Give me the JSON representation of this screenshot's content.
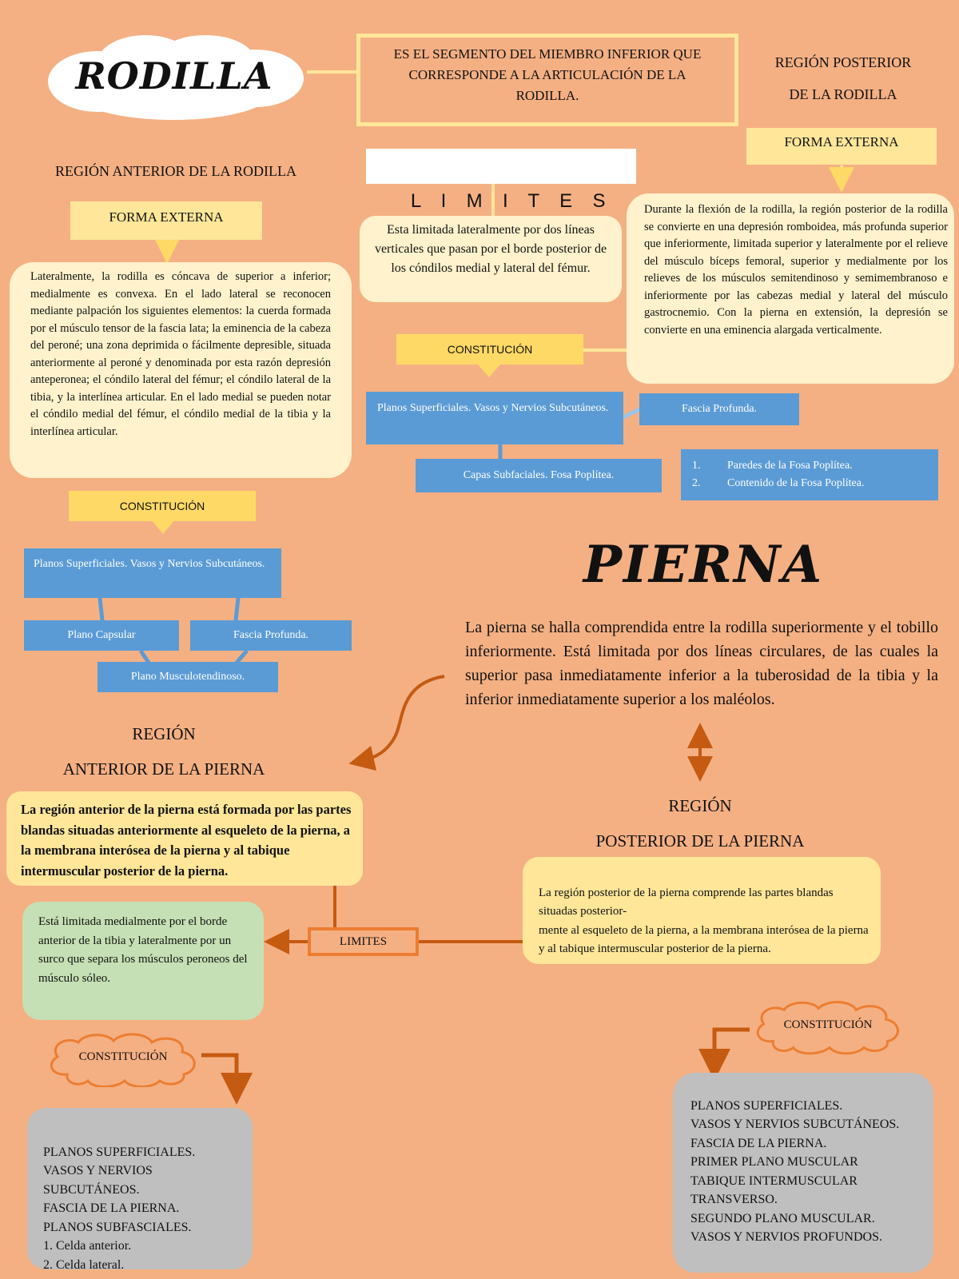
{
  "rodilla": {
    "title": "RODILLA",
    "definition": "ES EL SEGMENTO DEL MIEMBRO INFERIOR QUE CORRESPONDE A LA ARTICULACIÓN DE LA RODILLA.",
    "limites_title": "L  I  M  I  T  E  S",
    "limites_text": "Esta limitada lateralmente por dos líneas verticales que pasan por el borde posterior de los cóndilos medial y lateral del fémur.",
    "anterior": {
      "heading": "REGIÓN ANTERIOR DE LA RODILLA",
      "forma_label": "FORMA EXTERNA",
      "forma_text": "Lateralmente, la rodilla es cóncava de superior a inferior; medialmente es convexa. En el lado lateral se reconocen mediante palpación los siguientes elementos: la cuerda formada por el músculo tensor de la fascia lata; la eminencia de la cabeza del peroné; una zona deprimida o fácilmente depresible, situada anteriormente al peroné y denominada por esta razón depresión anteperonea; el cóndilo lateral del fémur; el cóndilo lateral de la tibia, y la interlínea articular. En el lado medial se pueden notar el cóndilo medial del fémur, el cóndilo medial de la tibia y la interlínea articular.",
      "constitucion_label": "CONSTITUCIÓN",
      "planos_superficiales": "Planos Superficiales. Vasos y Nervios Subcutáneos.",
      "plano_capsular": "Plano Capsular",
      "fascia_profunda": "Fascia Profunda.",
      "plano_musculotendinoso": "Plano Musculotendinoso."
    },
    "posterior": {
      "heading_line1": "REGIÓN POSTERIOR",
      "heading_line2": "DE LA RODILLA",
      "forma_label": "FORMA EXTERNA",
      "forma_text": "Durante la flexión de la rodilla, la región posterior de la rodilla se convierte en una depresión romboidea, más profunda superior que inferiormente, limitada superior y lateralmente por el relieve del músculo bíceps femoral, superior y medialmente por los relieves de los músculos semitendinoso y semimembranoso e inferiormente por las cabezas medial y lateral del músculo gastrocnemio. Con la pierna en extensión, la depresión se convierte en una eminencia alargada verticalmente.",
      "constitucion_label": "CONSTITUCIÓN",
      "planos_superficiales": "Planos Superficiales. Vasos y Nervios Subcutáneos.",
      "fascia_profunda": "Fascia Profunda.",
      "capas_subfaciales": "Capas Subfaciales. Fosa Poplítea.",
      "fosa_items": [
        "Paredes de la Fosa Poplítea.",
        "Contenido de la Fosa Poplítea."
      ],
      "fosa_numbers": [
        "1.",
        "2."
      ]
    }
  },
  "pierna": {
    "title": "PIERNA",
    "definition": "La pierna se halla comprendida entre la rodilla superiormente y el tobillo inferiormente. Está limitada por dos líneas circulares, de las cuales la superior pasa inmediatamente inferior a la tuberosidad de la tibia y la inferior inmediatamente superior a los maléolos.",
    "anterior": {
      "heading_line1": "REGIÓN",
      "heading_line2": "ANTERIOR DE LA PIERNA",
      "text": "La región anterior de la pierna está formada por las partes blandas situadas anteriormente al esqueleto de la pierna, a la membrana interósea de la pierna y al tabique intermuscular posterior de la pierna.",
      "limites_label": "LIMITES",
      "limites_text": "Está limitada medialmente por el borde anterior de la tibia y lateralmente por un surco que separa los músculos peroneos del músculo sóleo.",
      "constitucion_label": "CONSTITUCIÓN",
      "constitucion_text": "PLANOS SUPERFICIALES.\nVASOS Y NERVIOS SUBCUTÁNEOS.\nFASCIA DE LA PIERNA.\nPLANOS SUBFASCIALES.\n1. Celda anterior.\n2. Celda lateral."
    },
    "posterior": {
      "heading_line1": "REGIÓN",
      "heading_line2": "POSTERIOR DE LA PIERNA",
      "text": "La región posterior de la pierna comprende las partes blandas situadas posterior-\nmente al esqueleto de la pierna, a la membrana interósea de la pierna y al tabique intermuscular posterior de la pierna.",
      "constitucion_label": "CONSTITUCIÓN",
      "constitucion_text": "PLANOS SUPERFICIALES.\nVASOS Y NERVIOS SUBCUTÁNEOS.\nFASCIA DE LA PIERNA.\nPRIMER PLANO MUSCULAR\nTABIQUE INTERMUSCULAR TRANSVERSO.\nSEGUNDO PLANO MUSCULAR.\nVASOS Y NERVIOS PROFUNDOS."
    }
  },
  "colors": {
    "background": "#F4B083",
    "yellow_label": "#FFE699",
    "gold_label": "#FFD966",
    "cream_box": "#FFF2CC",
    "blue_box": "#5B9BD5",
    "green_box": "#C5E0B4",
    "gray_box": "#BFBFBF",
    "orange_arrow": "#C55A11",
    "orange_cloud": "#ED7D31"
  }
}
